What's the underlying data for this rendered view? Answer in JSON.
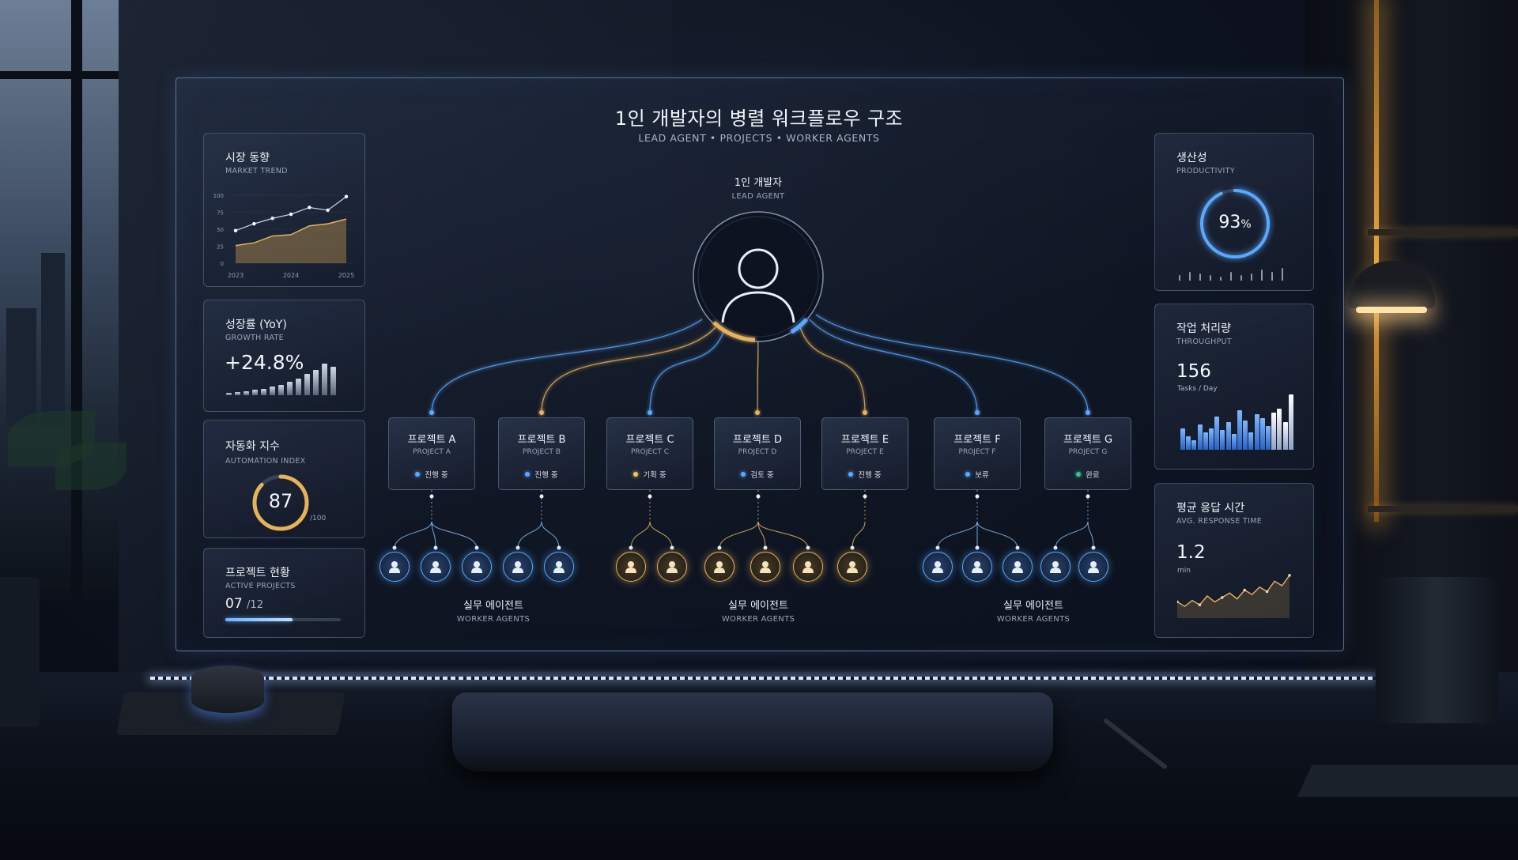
{
  "header": {
    "title": "1인 개발자의 병렬 워크플로우 구조",
    "subtitle": "LEAD AGENT  •  PROJECTS  •  WORKER AGENTS"
  },
  "lead": {
    "title": "1인 개발자",
    "subtitle": "LEAD AGENT",
    "icon": "user-icon"
  },
  "left_cards": {
    "market": {
      "title": "시장 동향",
      "subtitle": "MARKET TREND"
    },
    "growth": {
      "title": "성장률 (YoY)",
      "subtitle": "GROWTH RATE",
      "value": "+24.8%"
    },
    "automation": {
      "title": "자동화 지수",
      "subtitle": "AUTOMATION INDEX",
      "value": "87",
      "max": "/100",
      "level": 0.87
    },
    "active": {
      "title": "프로젝트 현황",
      "subtitle": "ACTIVE PROJECTS",
      "value": "07",
      "total": "/12",
      "progress": 0.58
    }
  },
  "right_cards": {
    "productivity": {
      "title": "생산성",
      "subtitle": "PRODUCTIVITY",
      "value": "93",
      "unit": "%",
      "level": 0.93
    },
    "throughput": {
      "title": "작업 처리량",
      "subtitle": "THROUGHPUT",
      "value": "156",
      "unit": "Tasks / Day"
    },
    "response": {
      "title": "평균 응답 시간",
      "subtitle": "AVG. RESPONSE TIME",
      "value": "1.2",
      "unit": "min"
    }
  },
  "projects": [
    {
      "name": "프로젝트 A",
      "en": "PROJECT A",
      "status": "진행 중",
      "color": "#5aa8ff"
    },
    {
      "name": "프로젝트 B",
      "en": "PROJECT B",
      "status": "진행 중",
      "color": "#5aa8ff"
    },
    {
      "name": "프로젝트 C",
      "en": "PROJECT C",
      "status": "기획 중",
      "color": "#f0c36a"
    },
    {
      "name": "프로젝트 D",
      "en": "PROJECT D",
      "status": "검토 중",
      "color": "#5aa8ff"
    },
    {
      "name": "프로젝트 E",
      "en": "PROJECT E",
      "status": "진행 중",
      "color": "#5aa8ff"
    },
    {
      "name": "프로젝트 F",
      "en": "PROJECT F",
      "status": "보류",
      "color": "#5aa8ff"
    },
    {
      "name": "프로젝트 G",
      "en": "PROJECT G",
      "status": "완료",
      "color": "#3fbf8f"
    }
  ],
  "worker_groups": [
    {
      "title": "실무 에이전트",
      "subtitle": "WORKER AGENTS"
    },
    {
      "title": "실무 에이전트",
      "subtitle": "WORKER AGENTS"
    },
    {
      "title": "실무 에이전트",
      "subtitle": "WORKER AGENTS"
    }
  ],
  "colors": {
    "blue": "#5aa8ff",
    "gold": "#e7b25a",
    "green": "#3fbf8f",
    "text": "#eef2f8"
  },
  "chart_data": [
    {
      "type": "line",
      "title": "시장 동향",
      "x": [
        "2023",
        "",
        "2024",
        "",
        "2025"
      ],
      "xticks": [
        "2023",
        "2024",
        "2025"
      ],
      "yticks": [
        "100",
        "75",
        "50",
        "25",
        "0"
      ],
      "ylim": [
        0,
        100
      ],
      "series": [
        {
          "values": [
            48,
            58,
            66,
            72,
            82,
            78,
            98
          ]
        },
        {
          "values": [
            26,
            30,
            40,
            42,
            55,
            58,
            65
          ]
        }
      ]
    },
    {
      "type": "bar",
      "values": [
        2,
        3,
        4,
        5,
        6,
        8,
        10,
        13,
        16,
        20,
        24,
        30,
        27
      ]
    },
    {
      "type": "bar",
      "values": [
        3,
        5,
        4,
        3,
        2,
        5,
        3,
        4,
        6,
        5,
        7
      ]
    },
    {
      "type": "bar",
      "values": [
        22,
        14,
        10,
        26,
        18,
        22,
        34,
        20,
        28,
        16,
        40,
        30,
        18,
        36,
        32,
        24,
        38,
        42,
        28,
        56
      ]
    },
    {
      "type": "line",
      "values": [
        22,
        16,
        24,
        18,
        30,
        22,
        28,
        34,
        26,
        38,
        32,
        42,
        36,
        50,
        44,
        58
      ]
    }
  ]
}
